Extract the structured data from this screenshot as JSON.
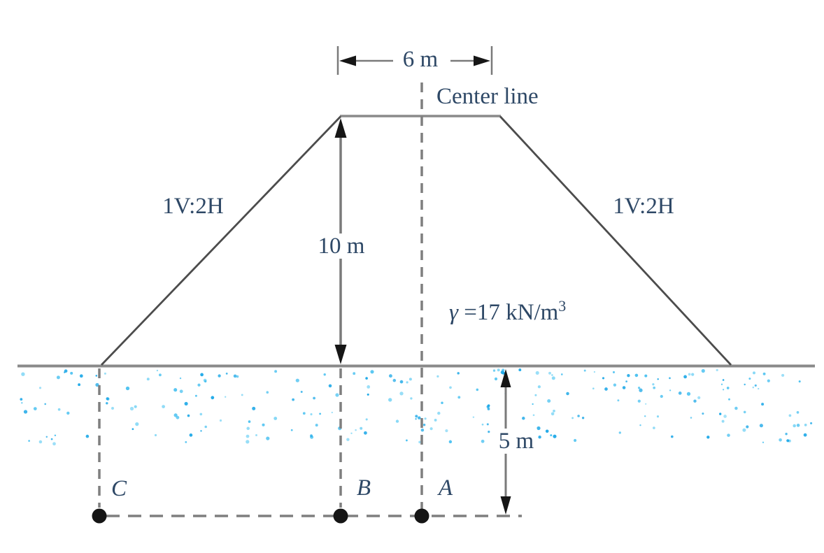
{
  "figure": {
    "type": "embankment-cross-section",
    "crest_width_label": "6 m",
    "center_line_label": "Center line",
    "slope_left_label": "1V:2H",
    "slope_right_label": "1V:2H",
    "height_label": "10 m",
    "unit_weight": {
      "symbol": "γ",
      "rest": " =17 kN/m",
      "exponent": "3"
    },
    "depth_label": "5 m",
    "points": [
      {
        "label": "C"
      },
      {
        "label": "B"
      },
      {
        "label": "A"
      }
    ]
  },
  "colors": {
    "text": "#2e4866",
    "line_gray": "#8a8a8a",
    "slope_gray": "#4c4c4c",
    "dash_gray": "#7f7f7f",
    "arrow_black": "#161616",
    "dot_black": "#151515"
  },
  "soil_speckles": {
    "count": 250,
    "seed": 12345,
    "x_min": 28,
    "x_max": 1162,
    "y_min": 529,
    "y_max": 636,
    "colors": [
      "#1fa9e8",
      "#4cc2f1",
      "#86d8f6"
    ]
  }
}
